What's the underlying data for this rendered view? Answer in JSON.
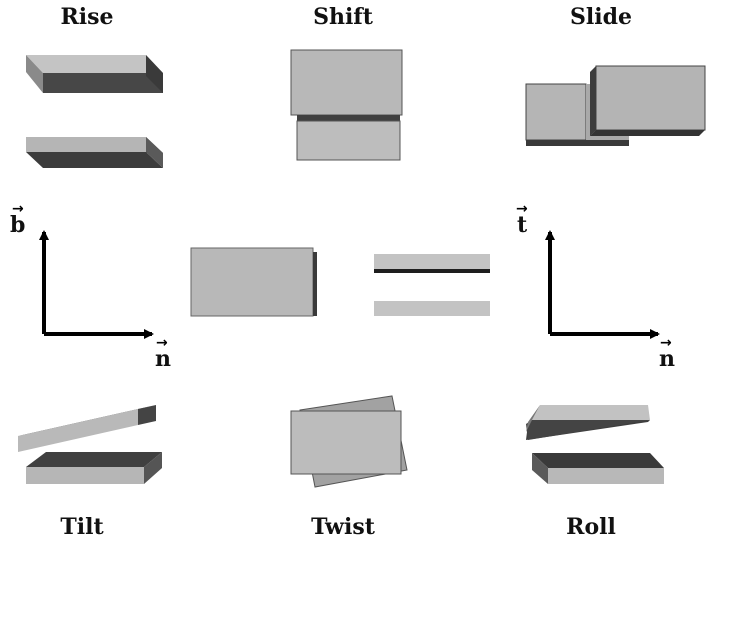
{
  "labels": {
    "rise": "Rise",
    "shift": "Shift",
    "slide": "Slide",
    "tilt": "Tilt",
    "twist": "Twist",
    "roll": "Roll"
  },
  "axes": {
    "left": {
      "vertical": "b",
      "horizontal": "n"
    },
    "right": {
      "vertical": "t",
      "horizontal": "n"
    }
  },
  "colors": {
    "face_light": "#b9b9b9",
    "face_mid": "#a6a6a6",
    "face_dark": "#4a4a4a",
    "edge": "#1a1a1a",
    "axis": "#000000"
  }
}
